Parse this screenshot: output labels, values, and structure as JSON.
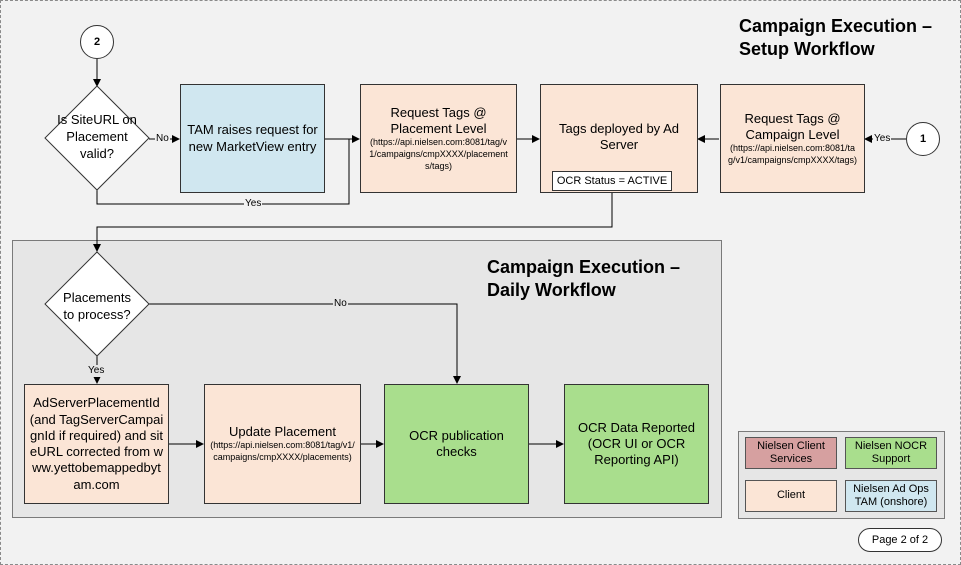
{
  "titles": {
    "setup_line1": "Campaign Execution –",
    "setup_line2": "Setup Workflow",
    "daily_line1": "Campaign Execution –",
    "daily_line2": "Daily Workflow"
  },
  "connectors": {
    "start": "2",
    "end": "1"
  },
  "decisions": {
    "site_url": "Is SiteURL on Placement valid?",
    "placements": "Placements to process?"
  },
  "boxes": {
    "tam_request": "TAM raises request for new MarketView entry",
    "req_placement_main": "Request Tags @ Placement Level",
    "req_placement_url": "(https://api.nielsen.com:8081/tag/v1/campaigns/cmpXXXX/placements/tags)",
    "tags_deployed": "Tags deployed by Ad Server",
    "ocr_status": "OCR Status = ACTIVE",
    "req_campaign_main": "Request Tags @ Campaign Level",
    "req_campaign_url": "(https://api.nielsen.com:8081/tag/v1/campaigns/cmpXXXX/tags)",
    "adserver_fix": "AdServerPlacementId (and TagServerCampaignId if required) and siteURL corrected from www.yettobemappedbytam.com",
    "update_main": "Update Placement",
    "update_url": "(https://api.nielsen.com:8081/tag/v1/campaigns/cmpXXXX/placements)",
    "ocr_checks": "OCR publication checks",
    "ocr_reported": "OCR Data Reported (OCR UI or OCR Reporting API)"
  },
  "edge_labels": {
    "no1": "No",
    "yes_loop": "Yes",
    "yes_in": "Yes",
    "no2": "No",
    "yes2": "Yes"
  },
  "legend": {
    "client_services": "Nielsen Client Services",
    "nocr_support": "Nielsen NOCR Support",
    "client": "Client",
    "ad_ops": "Nielsen Ad Ops TAM (onshore)"
  },
  "page_badge": "Page 2 of 2",
  "colors": {
    "peach": "#fbe5d6",
    "blue": "#d0e7f0",
    "green": "#a9de8d",
    "rose": "#d6a0a0",
    "background": "#f2f2f2",
    "panel": "#e6e6e6"
  }
}
